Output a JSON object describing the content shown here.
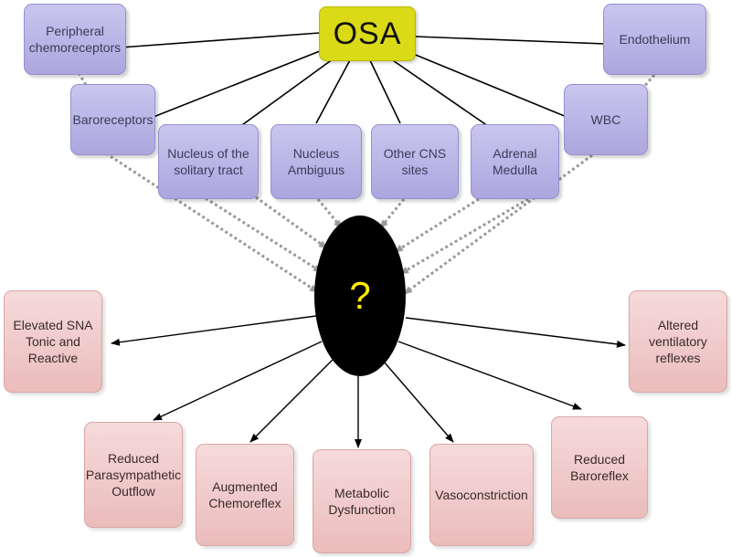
{
  "root": {
    "label": "OSA"
  },
  "hub": {
    "label": "?"
  },
  "sources": [
    {
      "id": "peripheral_chemoreceptors",
      "label": "Peripheral\nchemoreceptors"
    },
    {
      "id": "baroreceptors",
      "label": "Baroreceptors"
    },
    {
      "id": "nucleus_solitary_tract",
      "label": "Nucleus of the\nsolitary tract"
    },
    {
      "id": "nucleus_ambiguus",
      "label": "Nucleus\nAmbiguus"
    },
    {
      "id": "other_cns_sites",
      "label": "Other CNS\nsites"
    },
    {
      "id": "adrenal_medulla",
      "label": "Adrenal\nMedulla"
    },
    {
      "id": "wbc",
      "label": "WBC"
    },
    {
      "id": "endothelium",
      "label": "Endothelium"
    }
  ],
  "effects": [
    {
      "id": "elevated_sna",
      "label": "Elevated SNA\nTonic and\nReactive"
    },
    {
      "id": "reduced_parasympathetic",
      "label": "Reduced\nParasympathetic\nOutflow"
    },
    {
      "id": "augmented_chemoreflex",
      "label": "Augmented\nChemoreflex"
    },
    {
      "id": "metabolic_dysfunction",
      "label": "Metabolic\nDysfunction"
    },
    {
      "id": "vasoconstriction",
      "label": "Vasoconstriction"
    },
    {
      "id": "reduced_baroreflex",
      "label": "Reduced\nBaroreflex"
    },
    {
      "id": "altered_ventilatory",
      "label": "Altered\nventilatory\nreflexes"
    }
  ],
  "colors": {
    "source_fill": "#b9b4e6",
    "effect_fill": "#f0c8c8",
    "root_fill": "#dada17",
    "hub_fill": "#000000",
    "hub_text": "#ffee00",
    "solid_link": "#000000",
    "dotted_link": "#9a9a9a"
  }
}
